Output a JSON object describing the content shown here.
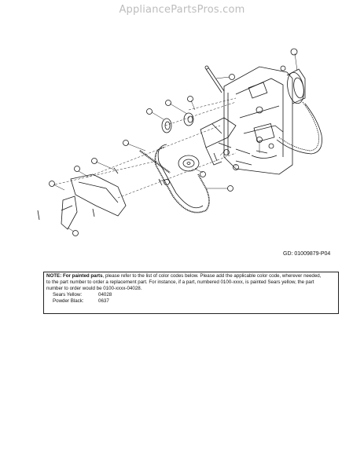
{
  "watermark": "AppliancePartsPros.com",
  "diagram_id": "GD: 01009879-P04",
  "note": {
    "label": "NOTE:",
    "emphasis": "For painted parts",
    "text_1": ", please refer to the list of color codes below. Please add the applicable color code, wherever needed,",
    "text_2": "to the part number to order a replacement part. For instance, if a part, numbered 0100-xxxx, is painted Sears yellow, the part",
    "text_3": "number to order would be 0100-xxxx-04028.",
    "colors": [
      {
        "name": "Sears Yellow:",
        "code": "04028"
      },
      {
        "name": "Powder Black:",
        "code": "0637"
      }
    ]
  },
  "colors": {
    "line": "#1a1a1a",
    "watermark": "#bdbdbd"
  }
}
